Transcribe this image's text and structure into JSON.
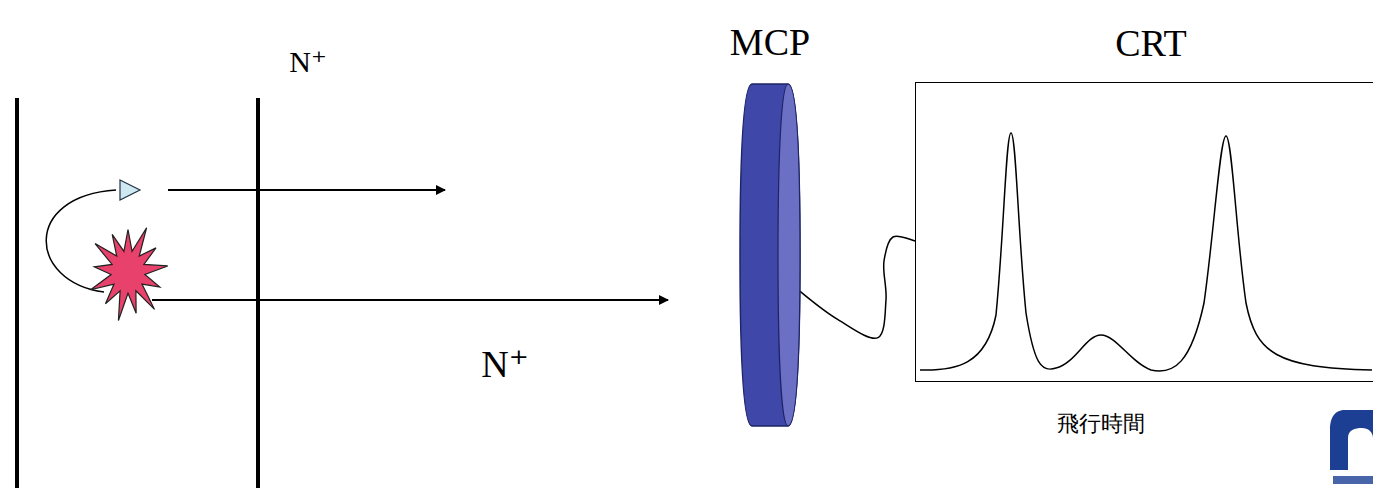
{
  "diagram": {
    "nodes": [
      {
        "text": [
          "MCP"
        ]
      },
      {
        "text": [
          "CRT",
          "飛行時間"
        ]
      }
    ],
    "edges": [
      {
        "from": 0,
        "to": 1,
        "arrow": "none"
      }
    ],
    "labels": [
      "N⁺",
      "N⁺"
    ]
  }
}
